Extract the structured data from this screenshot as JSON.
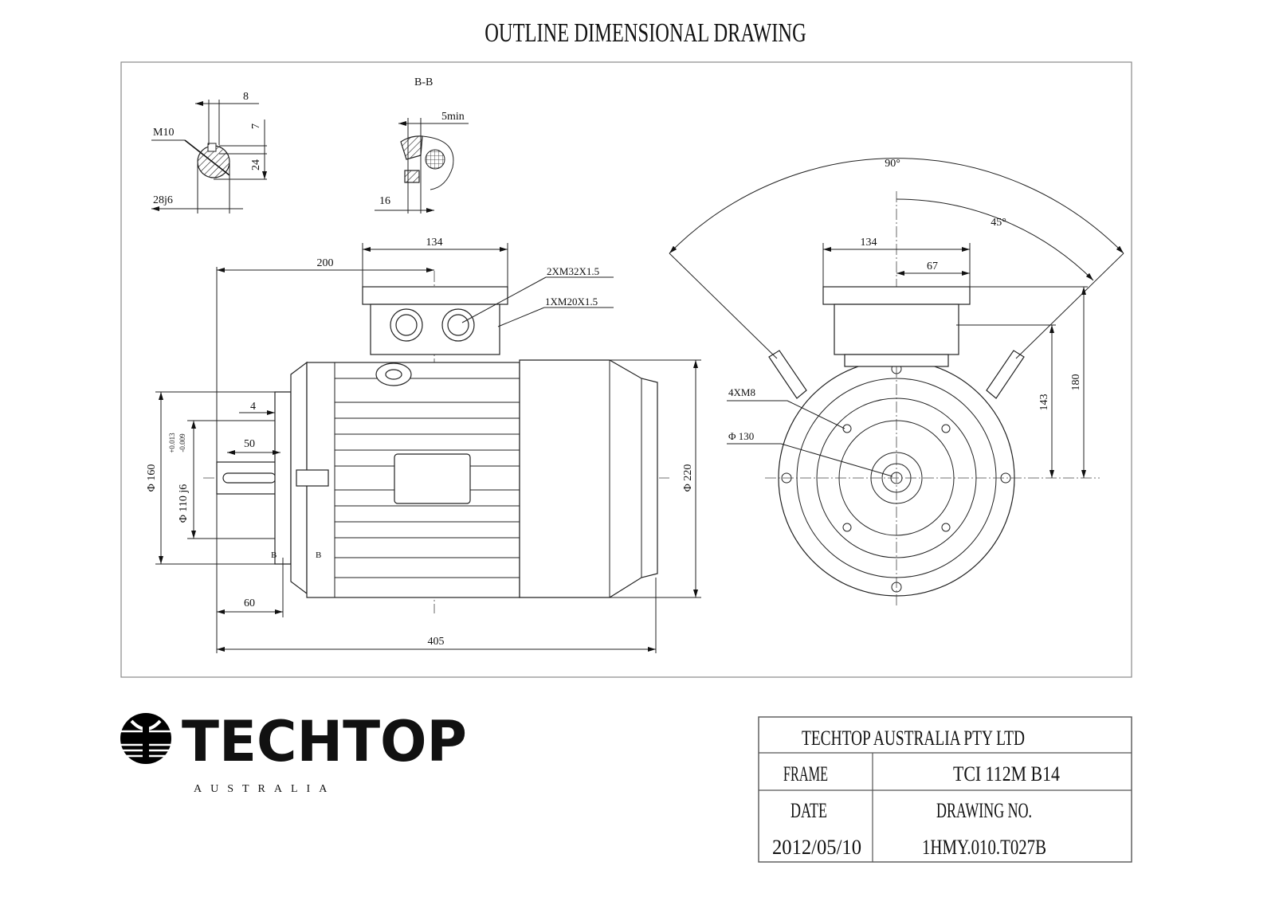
{
  "title": "OUTLINE DIMENSIONAL DRAWING",
  "shaft_detail": {
    "key_width": "8",
    "key_depth": "7",
    "thread": "M10",
    "key_height": "24",
    "shaft_dia": "28j6"
  },
  "section_bb": {
    "label": "B-B",
    "min_gap": "5min",
    "thickness": "16"
  },
  "side_view": {
    "terminal_box_width": "134",
    "terminal_box_offset": "200",
    "cable_entry_1": "2XM32X1.5",
    "cable_entry_2": "1XM20X1.5",
    "spigot": "4",
    "key_length": "50",
    "flange_dia": "Φ 160",
    "spigot_dia": "Φ 110 j6",
    "spigot_tol_upper": "+0.013",
    "spigot_tol_lower": "-0.009",
    "body_dia": "Φ 220",
    "shaft_length": "60",
    "overall_length": "405",
    "section_mark": "B"
  },
  "front_view": {
    "angle_90": "90°",
    "angle_45": "45°",
    "terminal_box_width": "134",
    "half_width": "67",
    "flange_holes": "4XM8",
    "pcd": "Φ 130",
    "shaft_height": "143",
    "box_height": "180"
  },
  "logo": {
    "brand": "TECHTOP",
    "sub": "AUSTRALIA"
  },
  "title_block": {
    "company": "TECHTOP AUSTRALIA PTY LTD",
    "frame_label": "FRAME",
    "frame_value": "TCI 112M B14",
    "date_label": "DATE",
    "drawing_no_label": "DRAWING NO.",
    "date_value": "2012/05/10",
    "drawing_no_value": "1HMY.010.T027B"
  }
}
